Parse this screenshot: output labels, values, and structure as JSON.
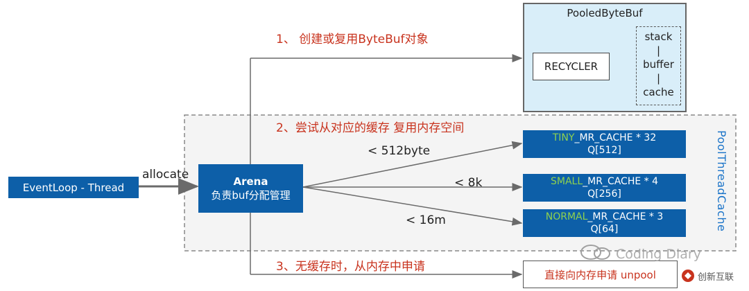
{
  "colors": {
    "box_blue": "#0d5fa8",
    "step_red": "#c8331e",
    "prefix_green": "#8fd14f",
    "pooled_bg": "#d9eef9",
    "thread_cache_blue": "#1a73c8"
  },
  "steps": {
    "step1": "1、 创建或复用ByteBuf对象",
    "step2": "2、尝试从对应的缓存 复用内存空间",
    "step3": "3、无缓存时，从内存中申请"
  },
  "eventloop": {
    "label": "EventLoop - Thread"
  },
  "allocate_label": "allocate",
  "arena": {
    "title": "Arena",
    "subtitle": "负责buf分配管理"
  },
  "pooled_bytebuf": {
    "title": "PooledByteBuf",
    "recycler": "RECYCLER",
    "stack_items": [
      "stack",
      "|",
      "buffer",
      "|",
      "cache"
    ]
  },
  "pool_thread_cache": {
    "label": "PoolThreadCache"
  },
  "branches": [
    {
      "condition": "< 512byte",
      "prefix": "TINY",
      "name": "_MR_CACHE * 32",
      "queue": "Q[512]"
    },
    {
      "condition": "< 8k",
      "prefix": "SMALL",
      "name": "_MR_CACHE  * 4",
      "queue": "Q[256]"
    },
    {
      "condition": "< 16m",
      "prefix": "NORMAL",
      "name": "_MR_CACHE * 3",
      "queue": "Q[64]"
    }
  ],
  "unpool": {
    "label": "直接向内存申请 unpool"
  },
  "watermark": {
    "text": "Coding Diary",
    "logo": "创新互联"
  }
}
